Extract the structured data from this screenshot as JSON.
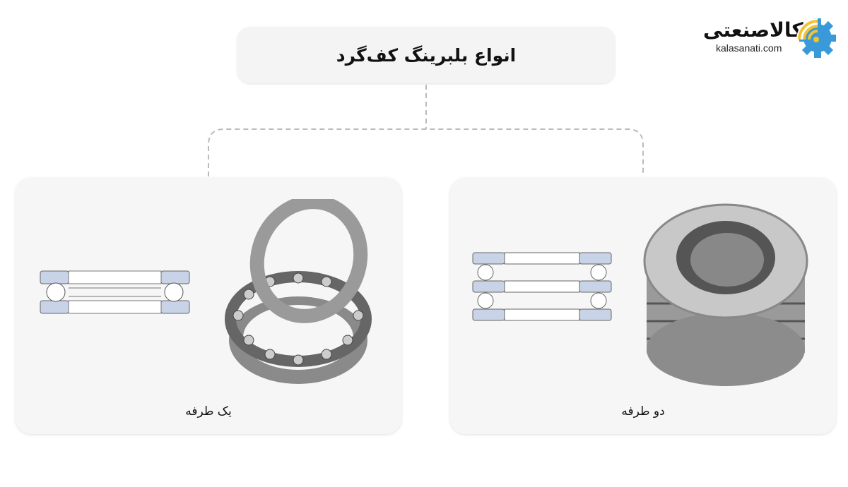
{
  "title": "انواع بلبرینگ کف‌گرد",
  "logo": {
    "text_fa": "کالاصنعتی",
    "text_en": "kalasanati.com",
    "colors": {
      "gear": "#3a9ad9",
      "signal": "#f2c230"
    }
  },
  "cards": [
    {
      "label": "یک طرفه",
      "diagram_fill": "#c9d3e8"
    },
    {
      "label": "دو طرفه",
      "diagram_fill": "#c9d3e8"
    }
  ]
}
